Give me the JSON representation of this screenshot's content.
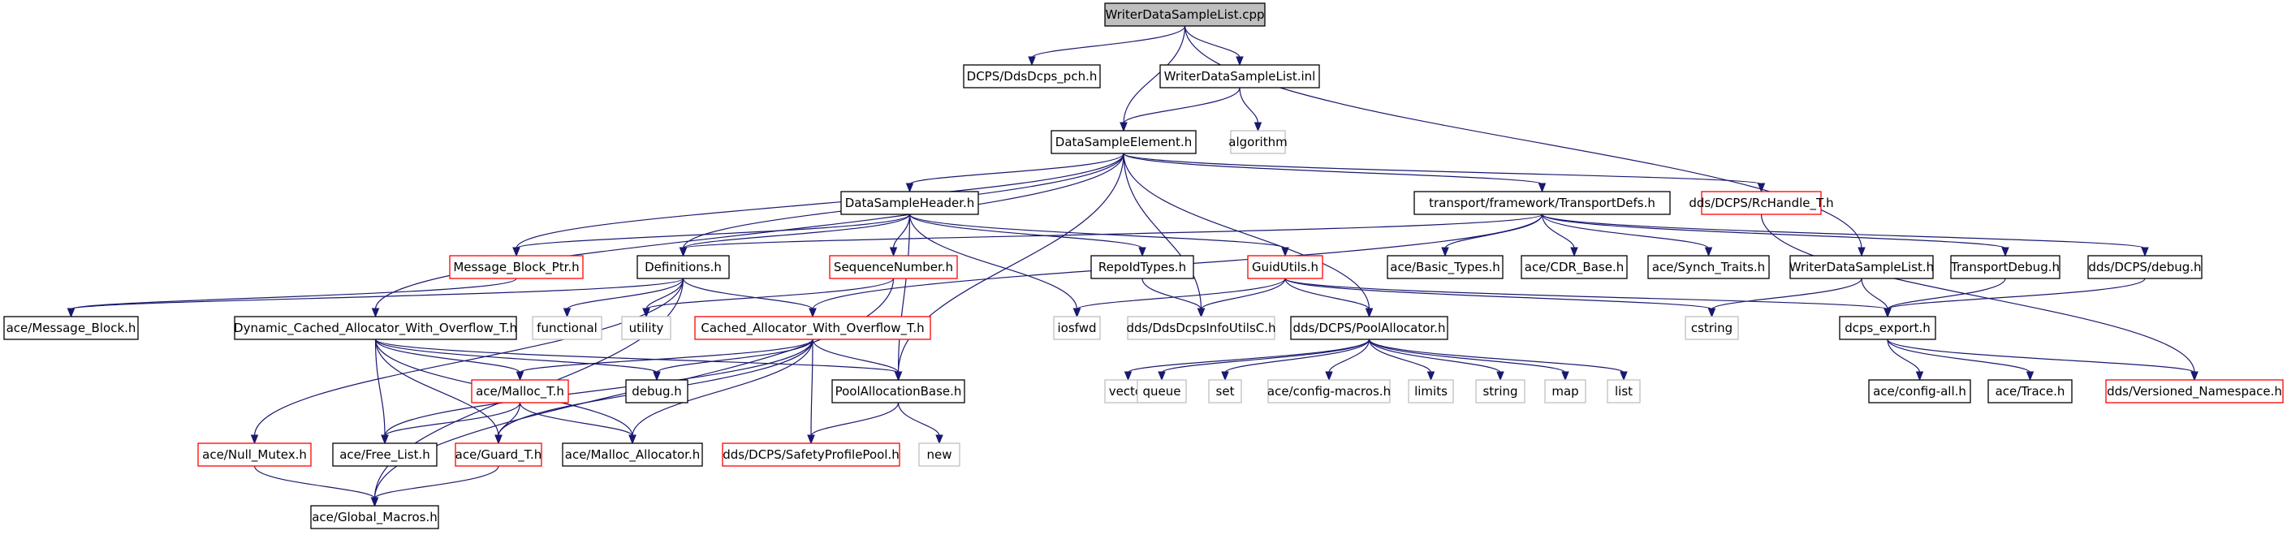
{
  "colors": {
    "root_fill": "#bfbfbf",
    "documented_border": "#000000",
    "truncated_border": "#ff0000",
    "external_border": "#bfbfbf",
    "edge": "#191970",
    "text": "#000000",
    "background": "#ffffff"
  },
  "nodes": [
    {
      "id": "root",
      "label": "WriterDataSampleList.cpp",
      "kind": "root"
    },
    {
      "id": "pch",
      "label": "DCPS/DdsDcps_pch.h",
      "kind": "documented"
    },
    {
      "id": "inl",
      "label": "WriterDataSampleList.inl",
      "kind": "documented"
    },
    {
      "id": "dse",
      "label": "DataSampleElement.h",
      "kind": "documented"
    },
    {
      "id": "algorithm",
      "label": "algorithm",
      "kind": "external"
    },
    {
      "id": "dsh",
      "label": "DataSampleHeader.h",
      "kind": "documented"
    },
    {
      "id": "tdefs",
      "label": "transport/framework/TransportDefs.h",
      "kind": "documented"
    },
    {
      "id": "rchandle",
      "label": "dds/DCPS/RcHandle_T.h",
      "kind": "truncated"
    },
    {
      "id": "mbptr",
      "label": "Message_Block_Ptr.h",
      "kind": "truncated"
    },
    {
      "id": "defs",
      "label": "Definitions.h",
      "kind": "documented"
    },
    {
      "id": "seqnum",
      "label": "SequenceNumber.h",
      "kind": "truncated"
    },
    {
      "id": "repoid",
      "label": "RepoIdTypes.h",
      "kind": "documented"
    },
    {
      "id": "guidutils",
      "label": "GuidUtils.h",
      "kind": "truncated"
    },
    {
      "id": "basic",
      "label": "ace/Basic_Types.h",
      "kind": "documented"
    },
    {
      "id": "cdrbase",
      "label": "ace/CDR_Base.h",
      "kind": "documented"
    },
    {
      "id": "synch",
      "label": "ace/Synch_Traits.h",
      "kind": "documented"
    },
    {
      "id": "wdsl",
      "label": "WriterDataSampleList.h",
      "kind": "documented"
    },
    {
      "id": "tdebug",
      "label": "TransportDebug.h",
      "kind": "documented"
    },
    {
      "id": "ddebug",
      "label": "dds/DCPS/debug.h",
      "kind": "documented"
    },
    {
      "id": "msgblock",
      "label": "ace/Message_Block.h",
      "kind": "documented"
    },
    {
      "id": "dcaoh",
      "label": "Dynamic_Cached_Allocator_With_Overflow_T.h",
      "kind": "documented"
    },
    {
      "id": "functional",
      "label": "functional",
      "kind": "external"
    },
    {
      "id": "utility",
      "label": "utility",
      "kind": "external"
    },
    {
      "id": "caoh",
      "label": "Cached_Allocator_With_Overflow_T.h",
      "kind": "truncated"
    },
    {
      "id": "iosfwd",
      "label": "iosfwd",
      "kind": "external"
    },
    {
      "id": "infoutils",
      "label": "dds/DdsDcpsInfoUtilsC.h",
      "kind": "external"
    },
    {
      "id": "poolalloc",
      "label": "dds/DCPS/PoolAllocator.h",
      "kind": "documented"
    },
    {
      "id": "cstring",
      "label": "cstring",
      "kind": "external"
    },
    {
      "id": "dcpsexport",
      "label": "dcps_export.h",
      "kind": "documented"
    },
    {
      "id": "malloct",
      "label": "ace/Malloc_T.h",
      "kind": "truncated"
    },
    {
      "id": "debugh",
      "label": "debug.h",
      "kind": "documented"
    },
    {
      "id": "pab",
      "label": "PoolAllocationBase.h",
      "kind": "documented"
    },
    {
      "id": "vector",
      "label": "vector",
      "kind": "external"
    },
    {
      "id": "queue",
      "label": "queue",
      "kind": "external"
    },
    {
      "id": "set",
      "label": "set",
      "kind": "external"
    },
    {
      "id": "aceconfigmacros",
      "label": "ace/config-macros.h",
      "kind": "external"
    },
    {
      "id": "limits",
      "label": "limits",
      "kind": "external"
    },
    {
      "id": "string",
      "label": "string",
      "kind": "external"
    },
    {
      "id": "map",
      "label": "map",
      "kind": "external"
    },
    {
      "id": "list",
      "label": "list",
      "kind": "external"
    },
    {
      "id": "configall",
      "label": "ace/config-all.h",
      "kind": "documented"
    },
    {
      "id": "trace",
      "label": "ace/Trace.h",
      "kind": "documented"
    },
    {
      "id": "versioned",
      "label": "dds/Versioned_Namespace.h",
      "kind": "truncated"
    },
    {
      "id": "nullmutex",
      "label": "ace/Null_Mutex.h",
      "kind": "truncated"
    },
    {
      "id": "freelist",
      "label": "ace/Free_List.h",
      "kind": "documented"
    },
    {
      "id": "guardt",
      "label": "ace/Guard_T.h",
      "kind": "truncated"
    },
    {
      "id": "mallocalloc",
      "label": "ace/Malloc_Allocator.h",
      "kind": "documented"
    },
    {
      "id": "safetypool",
      "label": "dds/DCPS/SafetyProfilePool.h",
      "kind": "truncated"
    },
    {
      "id": "new",
      "label": "new",
      "kind": "external"
    },
    {
      "id": "globalmacros",
      "label": "ace/Global_Macros.h",
      "kind": "documented"
    }
  ],
  "edges": [
    [
      "root",
      "pch"
    ],
    [
      "root",
      "inl"
    ],
    [
      "root",
      "dse"
    ],
    [
      "root",
      "wdsl"
    ],
    [
      "inl",
      "dse"
    ],
    [
      "inl",
      "algorithm"
    ],
    [
      "dse",
      "dsh"
    ],
    [
      "dse",
      "tdefs"
    ],
    [
      "dse",
      "rchandle"
    ],
    [
      "dse",
      "mbptr"
    ],
    [
      "dse",
      "defs"
    ],
    [
      "dse",
      "dcaoh"
    ],
    [
      "dse",
      "infoutils"
    ],
    [
      "dse",
      "poolalloc"
    ],
    [
      "dse",
      "pab"
    ],
    [
      "dsh",
      "mbptr"
    ],
    [
      "dsh",
      "defs"
    ],
    [
      "dsh",
      "seqnum"
    ],
    [
      "dsh",
      "repoid"
    ],
    [
      "dsh",
      "guidutils"
    ],
    [
      "dsh",
      "iosfwd"
    ],
    [
      "dsh",
      "pab"
    ],
    [
      "tdefs",
      "defs"
    ],
    [
      "tdefs",
      "basic"
    ],
    [
      "tdefs",
      "cdrbase"
    ],
    [
      "tdefs",
      "synch"
    ],
    [
      "tdefs",
      "tdebug"
    ],
    [
      "tdefs",
      "ddebug"
    ],
    [
      "tdefs",
      "caoh"
    ],
    [
      "rchandle",
      "versioned"
    ],
    [
      "mbptr",
      "msgblock"
    ],
    [
      "defs",
      "msgblock"
    ],
    [
      "defs",
      "functional"
    ],
    [
      "defs",
      "utility"
    ],
    [
      "defs",
      "caoh"
    ],
    [
      "defs",
      "nullmutex"
    ],
    [
      "defs",
      "globalmacros"
    ],
    [
      "seqnum",
      "utility"
    ],
    [
      "seqnum",
      "globalmacros"
    ],
    [
      "repoid",
      "infoutils"
    ],
    [
      "guidutils",
      "iosfwd"
    ],
    [
      "guidutils",
      "infoutils"
    ],
    [
      "guidutils",
      "poolalloc"
    ],
    [
      "guidutils",
      "cstring"
    ],
    [
      "guidutils",
      "dcpsexport"
    ],
    [
      "wdsl",
      "cstring"
    ],
    [
      "wdsl",
      "dcpsexport"
    ],
    [
      "tdebug",
      "dcpsexport"
    ],
    [
      "ddebug",
      "dcpsexport"
    ],
    [
      "dcaoh",
      "malloct"
    ],
    [
      "dcaoh",
      "debugh"
    ],
    [
      "dcaoh",
      "pab"
    ],
    [
      "dcaoh",
      "freelist"
    ],
    [
      "dcaoh",
      "guardt"
    ],
    [
      "dcaoh",
      "mallocalloc"
    ],
    [
      "caoh",
      "malloct"
    ],
    [
      "caoh",
      "debugh"
    ],
    [
      "caoh",
      "pab"
    ],
    [
      "caoh",
      "freelist"
    ],
    [
      "caoh",
      "guardt"
    ],
    [
      "caoh",
      "mallocalloc"
    ],
    [
      "caoh",
      "safetypool"
    ],
    [
      "poolalloc",
      "vector"
    ],
    [
      "poolalloc",
      "queue"
    ],
    [
      "poolalloc",
      "set"
    ],
    [
      "poolalloc",
      "aceconfigmacros"
    ],
    [
      "poolalloc",
      "limits"
    ],
    [
      "poolalloc",
      "string"
    ],
    [
      "poolalloc",
      "map"
    ],
    [
      "poolalloc",
      "list"
    ],
    [
      "dcpsexport",
      "configall"
    ],
    [
      "dcpsexport",
      "trace"
    ],
    [
      "dcpsexport",
      "versioned"
    ],
    [
      "malloct",
      "freelist"
    ],
    [
      "malloct",
      "guardt"
    ],
    [
      "malloct",
      "mallocalloc"
    ],
    [
      "pab",
      "safetypool"
    ],
    [
      "pab",
      "new"
    ],
    [
      "nullmutex",
      "globalmacros"
    ],
    [
      "guardt",
      "globalmacros"
    ]
  ]
}
